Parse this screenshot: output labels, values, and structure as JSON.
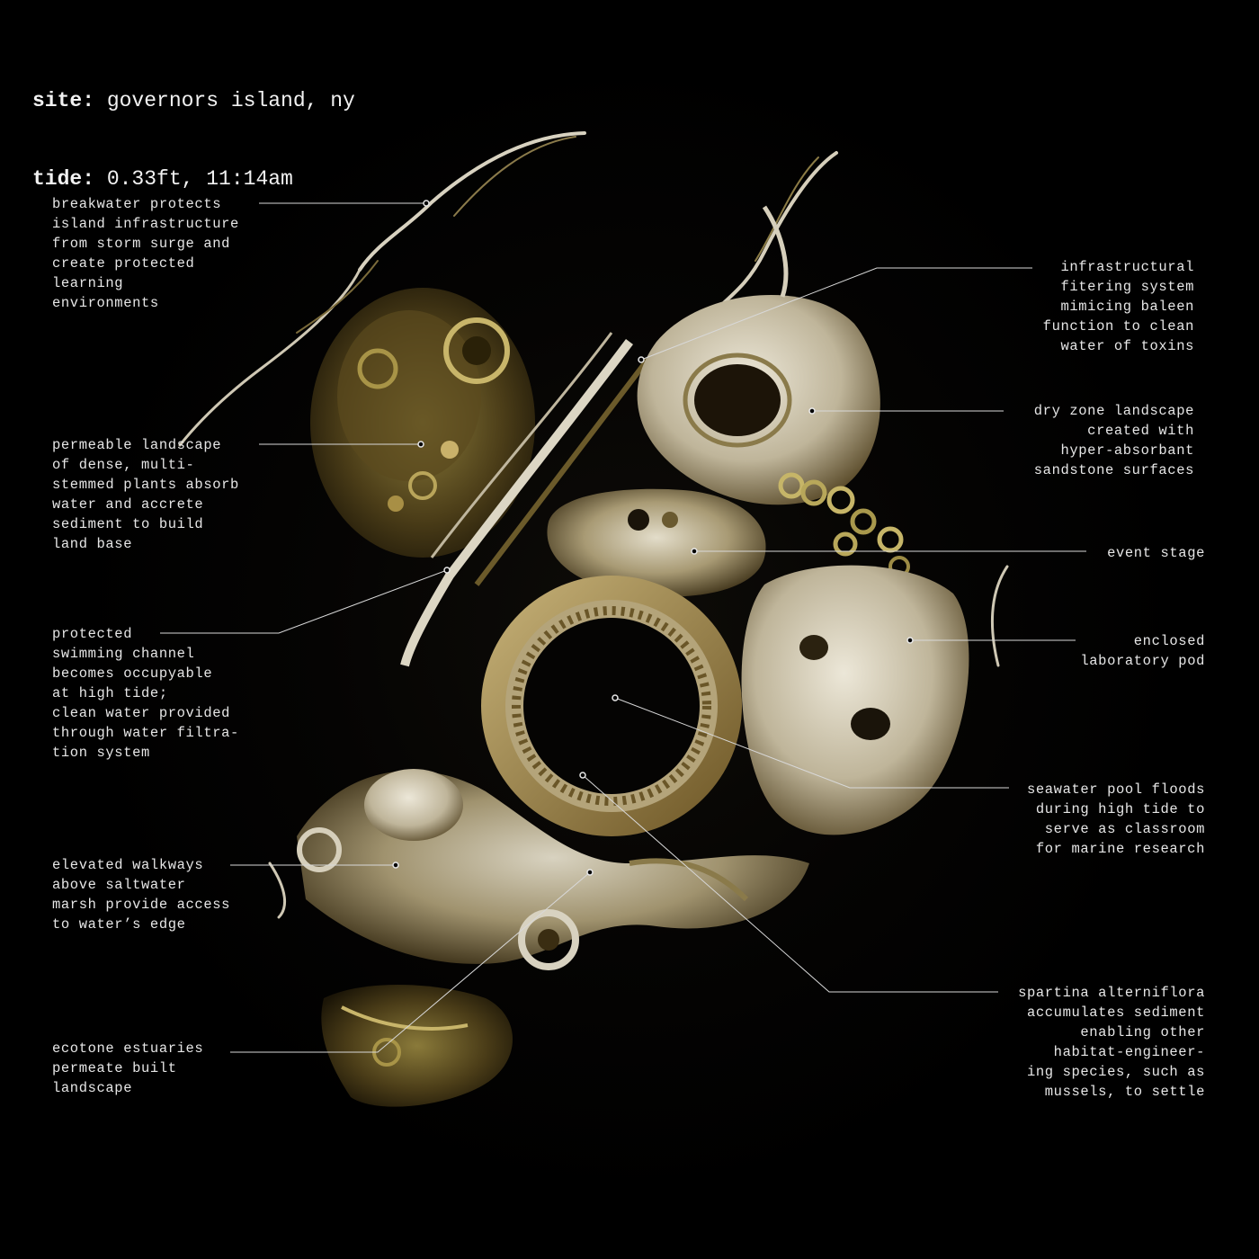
{
  "header": {
    "site_key": "site:",
    "site_value": " governors island, ny",
    "tide_key": "tide:",
    "tide_value": " 0.33ft, 11:14am"
  },
  "annotations": {
    "breakwater": "breakwater protects\nisland infrastructure\nfrom storm surge and\ncreate protected\nlearning\nenvironments",
    "permeable": "permeable landscape\nof dense, multi-\nstemmed plants absorb\nwater and accrete\nsediment to build\nland base",
    "channel": "protected\nswimming channel\nbecomes occupyable\nat high tide;\nclean water provided\nthrough water filtra-\ntion system",
    "walkways": "elevated walkways\nabove saltwater\nmarsh provide access\nto water’s edge",
    "ecotone": "ecotone estuaries\npermeate built\nlandscape",
    "filtering": "infrastructural\nfitering system\nmimicing baleen\nfunction to clean\nwater of toxins",
    "dryzone": "dry zone landscape\ncreated with\nhyper-absorbant\nsandstone surfaces",
    "stage": "event stage",
    "lab": "enclosed\nlaboratory pod",
    "pool": "seawater pool floods\nduring high tide to\nserve as classroom\nfor marine research",
    "spartina": "spartina alterniflora\naccumulates sediment\nenabling other\nhabitat-engineer-\ning species, such as\nmussels, to settle"
  },
  "colors": {
    "background": "#000000",
    "text": "#e6e6e6",
    "leader_line": "#d8d8d8",
    "organism_light": "#d9d2bf",
    "organism_mid": "#9a8656",
    "organism_dark": "#4a3a1c"
  }
}
